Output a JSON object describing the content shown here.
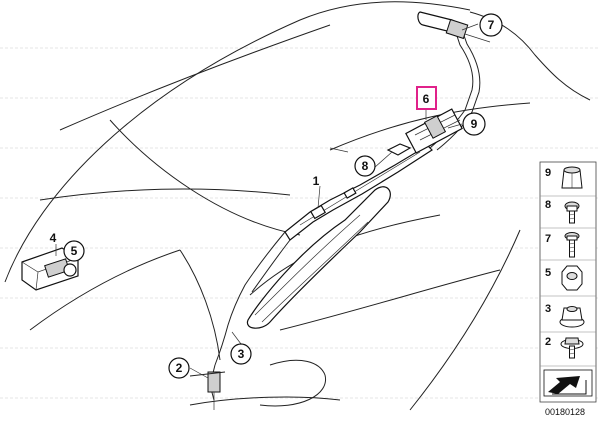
{
  "callouts": [
    {
      "id": "c1",
      "label": "1",
      "circled": false,
      "highlighted": false
    },
    {
      "id": "c2",
      "label": "2",
      "circled": true,
      "highlighted": false
    },
    {
      "id": "c3",
      "label": "3",
      "circled": true,
      "highlighted": false
    },
    {
      "id": "c4",
      "label": "4",
      "circled": false,
      "highlighted": false
    },
    {
      "id": "c5",
      "label": "5",
      "circled": true,
      "highlighted": false
    },
    {
      "id": "c6",
      "label": "6",
      "circled": false,
      "highlighted": true
    },
    {
      "id": "c7",
      "label": "7",
      "circled": true,
      "highlighted": false
    },
    {
      "id": "c8",
      "label": "8",
      "circled": true,
      "highlighted": false
    },
    {
      "id": "c9",
      "label": "9",
      "circled": true,
      "highlighted": false
    }
  ],
  "legend": {
    "items": [
      {
        "label": "9",
        "part": "hex-nut-tall"
      },
      {
        "label": "8",
        "part": "bolt-short"
      },
      {
        "label": "7",
        "part": "bolt-long"
      },
      {
        "label": "5",
        "part": "hex-nut"
      },
      {
        "label": "3",
        "part": "flange-nut"
      },
      {
        "label": "2",
        "part": "flange-screw"
      }
    ]
  },
  "document_number": "00180128",
  "colors": {
    "highlight": "#e0218a",
    "line": "#222222"
  }
}
